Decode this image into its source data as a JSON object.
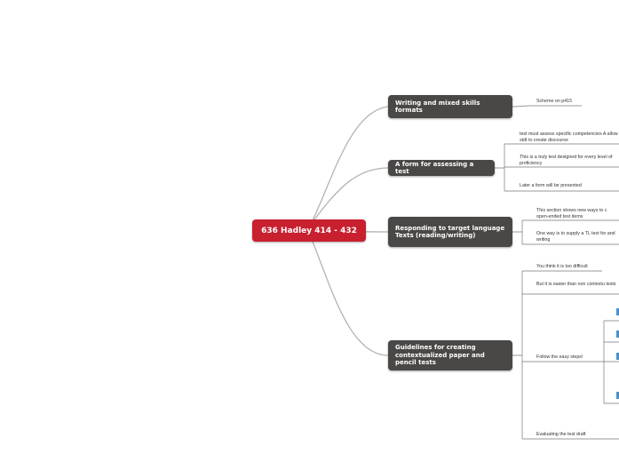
{
  "central": {
    "label": "636 Hadley 414 - 432"
  },
  "topics": [
    {
      "label": "Writing and mixed skills formats",
      "subtopics": [
        {
          "label": "Scheme on p415"
        }
      ]
    },
    {
      "label": "A form for assessing a test",
      "subtopics": [
        {
          "label": "test must assess specific competencies A allow stdt to create discourse"
        },
        {
          "label": "This is a truly test designed for every level of proficiency"
        },
        {
          "label": "Later a form will be presented"
        }
      ]
    },
    {
      "label": "Responding to target language Texts (reading/writing)",
      "subtopics": [
        {
          "label": "This section shows new ways to c open-ended test items"
        },
        {
          "label": "One way is to supply a TL text for and writing"
        }
      ]
    },
    {
      "label": "Guidelines for creating contextualized paper and pencil tests",
      "subtopics": [
        {
          "label": "You think it is too difficult"
        },
        {
          "label": "But it is easier than non contextu tests"
        },
        {
          "label": "Follow the easy steps!"
        },
        {
          "label": "Evaluating the test draft"
        }
      ]
    }
  ],
  "colors": {
    "central": "#c8202f",
    "topic": "#4a4846",
    "connector": "#b3b3b3",
    "subline": "#777777",
    "accent": "#4a90c8"
  }
}
